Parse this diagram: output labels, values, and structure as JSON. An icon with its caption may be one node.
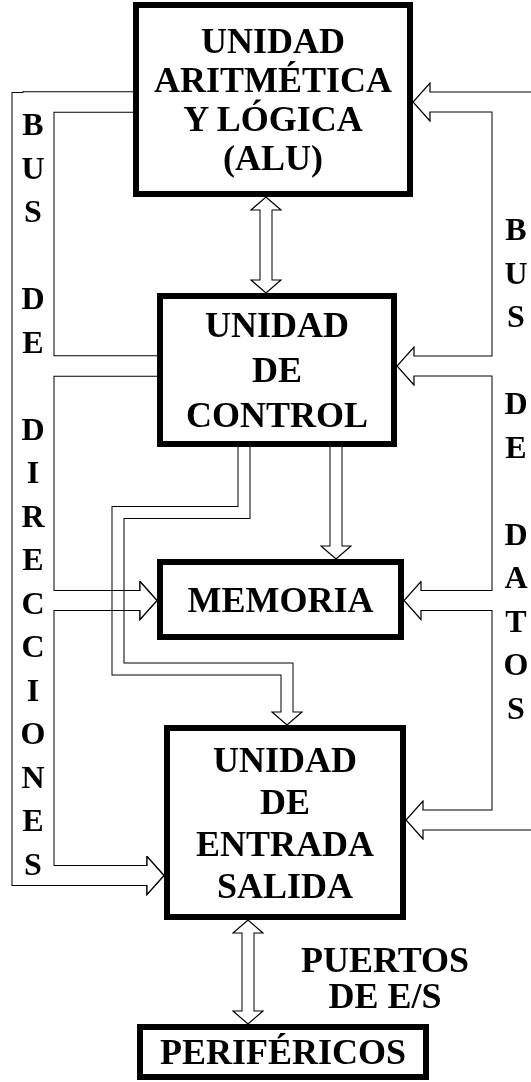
{
  "diagram": {
    "nodes": [
      {
        "text": [
          "UNIDAD ARITMÉTICA Y LÓGICA (ALU)"
        ]
      },
      {
        "text": [
          "UNIDAD DE CONTROL"
        ]
      },
      {
        "text": [
          "MEMORIA"
        ]
      },
      {
        "text": [
          "UNIDAD DE ENTRADA SALIDA"
        ]
      },
      {
        "text": [
          "PERIFÉRICOS"
        ]
      }
    ],
    "edges": [
      {
        "from": 0,
        "to": 1,
        "arrow": "both"
      },
      {
        "from": 1,
        "to": 2,
        "arrow": "to"
      },
      {
        "from": 1,
        "to": 3,
        "arrow": "to"
      },
      {
        "from": 3,
        "to": 4,
        "arrow": "both",
        "label": "PUERTOS DE E/S"
      },
      {
        "from": 0,
        "to": 2,
        "arrow": "to"
      },
      {
        "from": 0,
        "to": 3,
        "arrow": "to"
      },
      {
        "from": 1,
        "to": 2,
        "arrow": "to"
      },
      {
        "from": 1,
        "to": 3,
        "arrow": "to"
      },
      {
        "from": null,
        "to": 0,
        "arrow": "to"
      },
      {
        "from": null,
        "to": 1,
        "arrow": "to"
      },
      {
        "from": null,
        "to": 2,
        "arrow": "to"
      },
      {
        "from": null,
        "to": 3,
        "arrow": "to"
      }
    ],
    "labels": [
      "BUS DE DIRECCIONES",
      "BUS DE DATOS"
    ]
  }
}
